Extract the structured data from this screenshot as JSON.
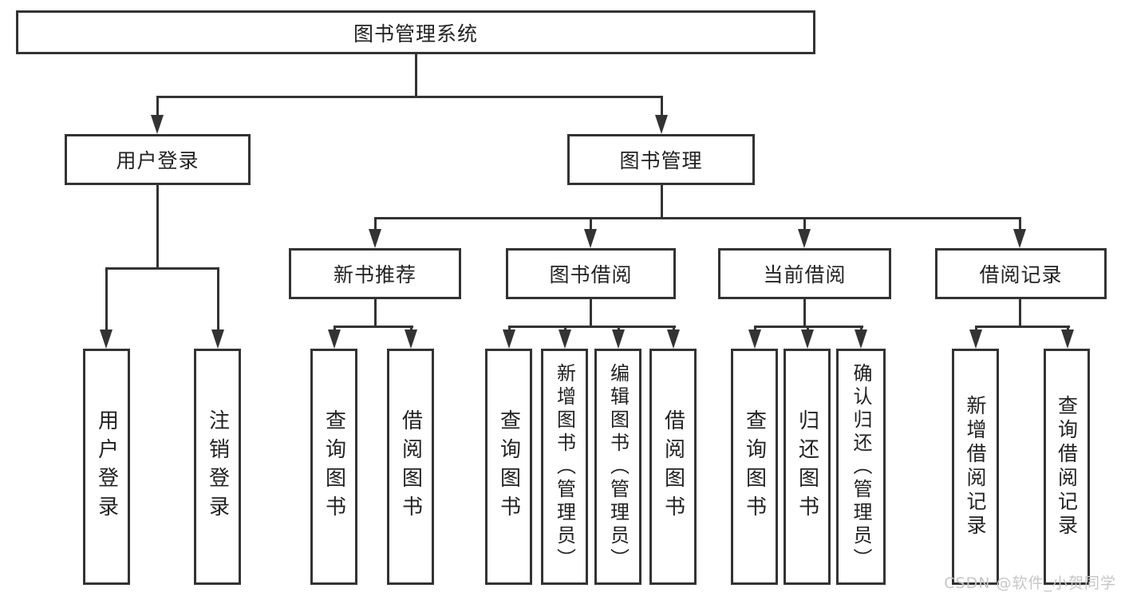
{
  "tree": {
    "label": "图书管理系统",
    "children": [
      {
        "label": "用户登录",
        "children": [
          {
            "label": "用户登录"
          },
          {
            "label": "注销登录"
          }
        ]
      },
      {
        "label": "图书管理",
        "children": [
          {
            "label": "新书推荐",
            "children": [
              {
                "label": "查询图书"
              },
              {
                "label": "借阅图书"
              }
            ]
          },
          {
            "label": "图书借阅",
            "children": [
              {
                "label": "查询图书"
              },
              {
                "label": "新增图书（管理员）"
              },
              {
                "label": "编辑图书（管理员）"
              },
              {
                "label": "借阅图书"
              }
            ]
          },
          {
            "label": "当前借阅",
            "children": [
              {
                "label": "查询图书"
              },
              {
                "label": "归还图书"
              },
              {
                "label": "确认归还（管理员）"
              }
            ]
          },
          {
            "label": "借阅记录",
            "children": [
              {
                "label": "新增借阅记录"
              },
              {
                "label": "查询借阅记录"
              }
            ]
          }
        ]
      }
    ]
  },
  "watermark": {
    "text": "CSDN @软件_小贺同学"
  },
  "colors": {
    "line": "#333333",
    "box_fill": "#ffffff",
    "text": "#222222",
    "watermark": "#c6c6c6"
  }
}
